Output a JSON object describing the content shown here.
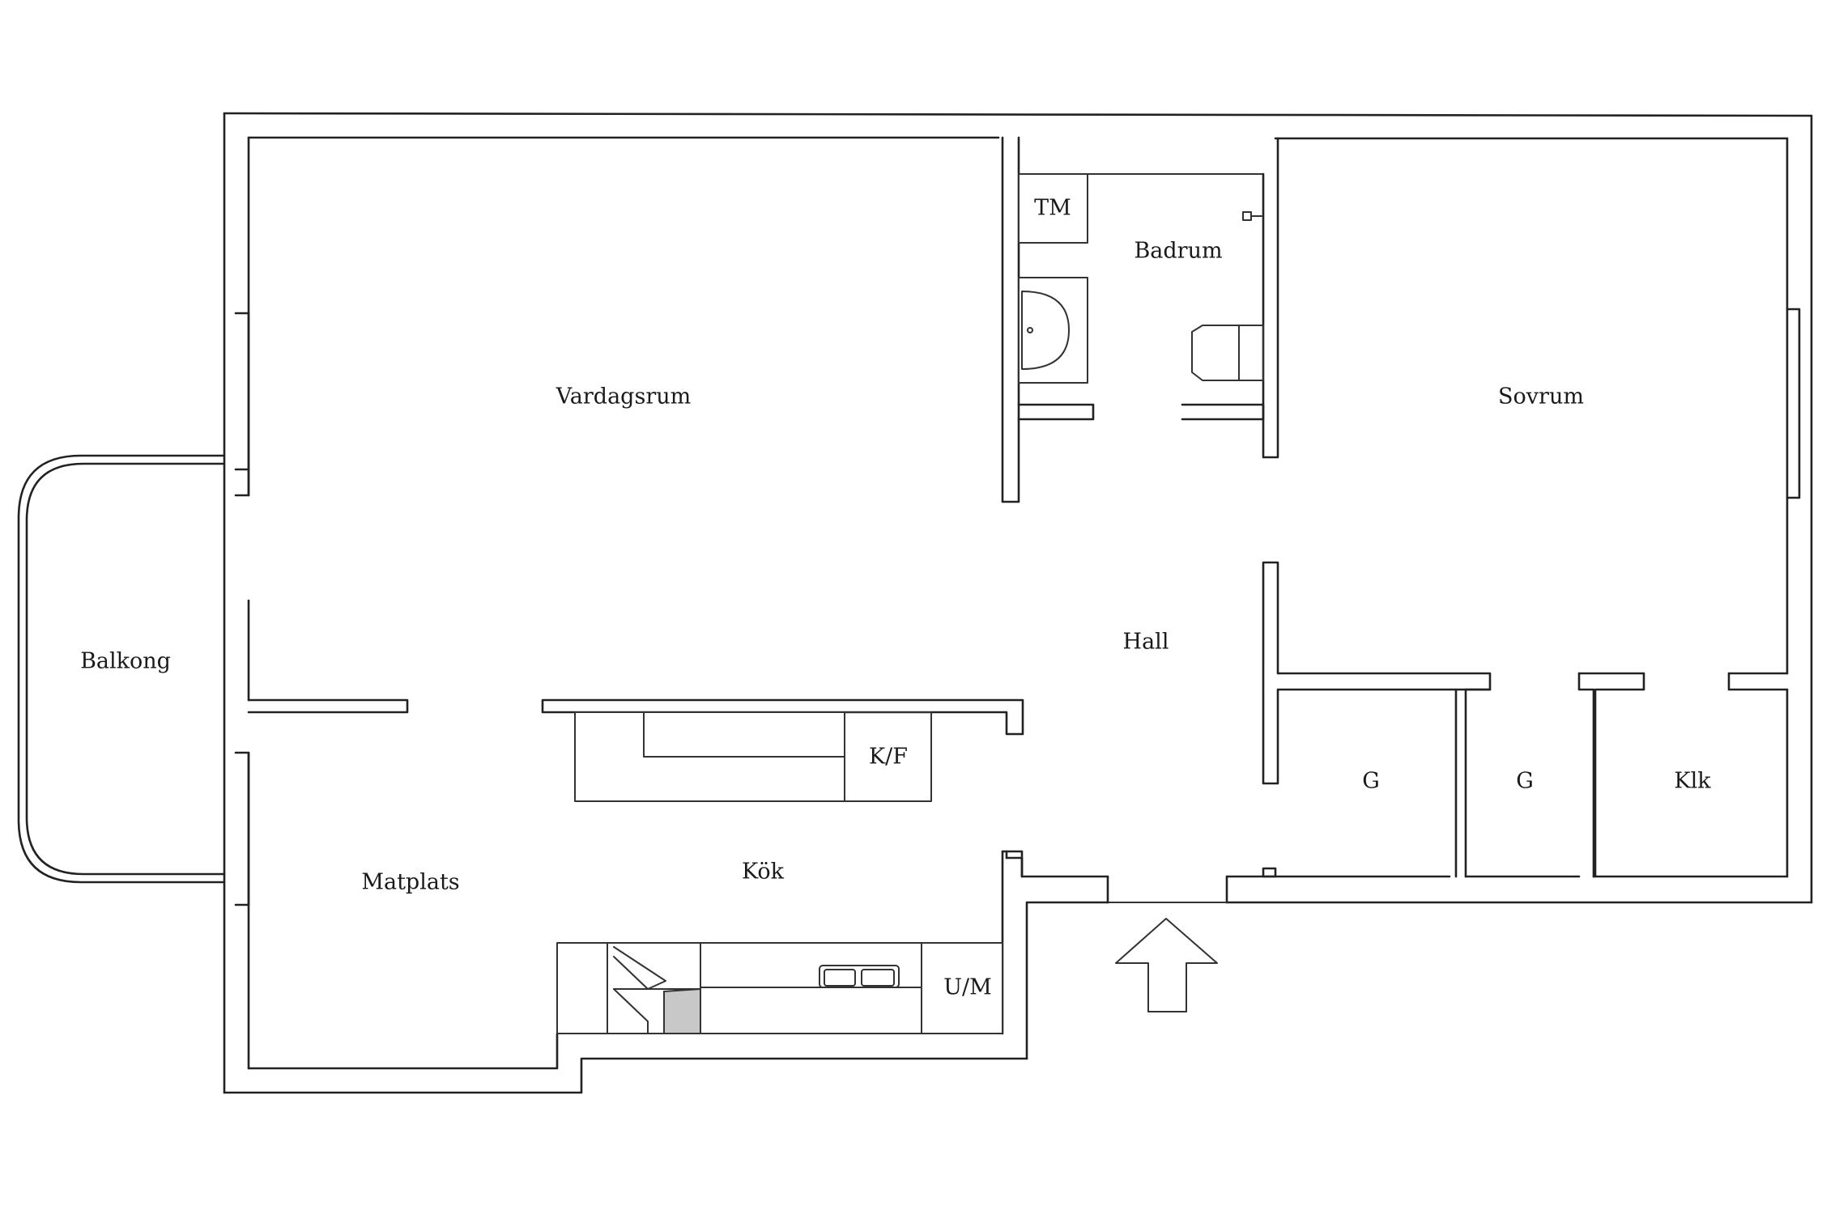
{
  "rooms": {
    "vardagsrum": "Vardagsrum",
    "badrum": "Badrum",
    "tm": "TM",
    "sovrum": "Sovrum",
    "balkong": "Balkong",
    "hall": "Hall",
    "kf": "K/F",
    "g1": "G",
    "g2": "G",
    "klk": "Klk",
    "matplats": "Matplats",
    "kok": "Kök",
    "um": "U/M"
  },
  "colors": {
    "line": "#222222",
    "background": "#ffffff",
    "stove_hatch": "#c8c8c8"
  }
}
